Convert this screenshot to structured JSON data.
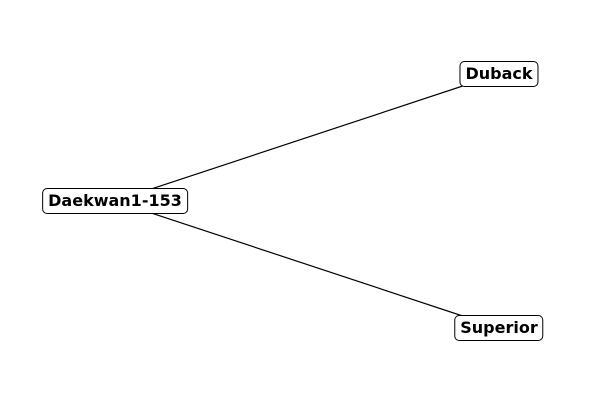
{
  "diagram": {
    "nodes": [
      {
        "id": "daekwan",
        "label": "Daekwan1-153"
      },
      {
        "id": "duback",
        "label": "Duback"
      },
      {
        "id": "superior",
        "label": "Superior"
      }
    ],
    "edges": [
      {
        "from": "daekwan",
        "to": "duback"
      },
      {
        "from": "daekwan",
        "to": "superior"
      }
    ],
    "colors": {
      "line": "#000000",
      "node_border": "#000000",
      "node_fill": "#ffffff",
      "text": "#000000"
    }
  }
}
